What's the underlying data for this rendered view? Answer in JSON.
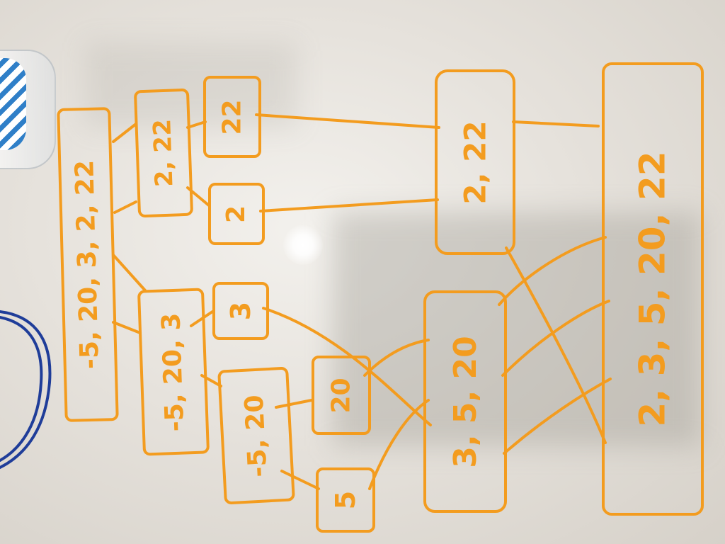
{
  "boxes": {
    "root": "-5, 20, 3, 2, 22",
    "left_a": "2, 22",
    "leaf_22": "22",
    "leaf_2": "2",
    "left_b": "-5, 20, 3",
    "leaf_3": "3",
    "left_c": "-5, 20",
    "leaf_20": "20",
    "leaf_5": "5",
    "merge_a": "2, 22",
    "merge_b": "3, 5, 20",
    "final": "2, 3, 5, 20, 22"
  },
  "colors": {
    "marker": "#f39c1f",
    "board": "#ece9e4",
    "cable": "#1f3d99",
    "cup_stripe": "#2f7fc8"
  },
  "icons": [
    "cup",
    "cable"
  ]
}
